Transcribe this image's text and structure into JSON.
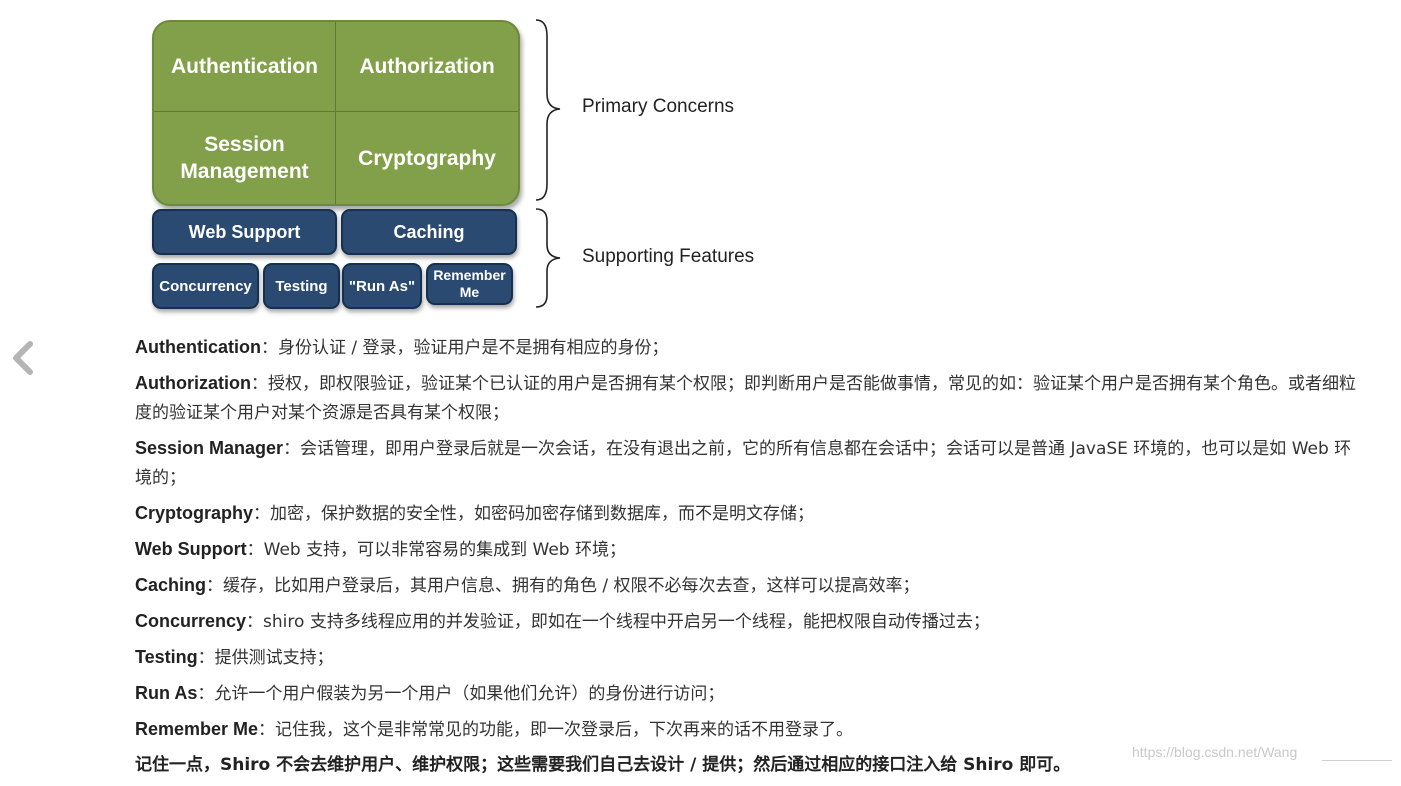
{
  "diagram": {
    "primary": {
      "authentication": "Authentication",
      "authorization": "Authorization",
      "session_management": "Session Management",
      "cryptography": "Cryptography"
    },
    "supporting": {
      "web_support": "Web Support",
      "caching": "Caching",
      "concurrency": "Concurrency",
      "testing": "Testing",
      "run_as": "\"Run As\"",
      "remember_me": "Remember Me"
    },
    "labels": {
      "primary_concerns": "Primary Concerns",
      "supporting_features": "Supporting Features"
    },
    "colors": {
      "primary_green": "#82a04a",
      "supporting_blue": "#2a4a72"
    }
  },
  "definitions": [
    {
      "term": "Authentication",
      "desc": "：身份认证 / 登录，验证用户是不是拥有相应的身份；"
    },
    {
      "term": "Authorization",
      "desc": "：授权，即权限验证，验证某个已认证的用户是否拥有某个权限；即判断用户是否能做事情，常见的如：验证某个用户是否拥有某个角色。或者细粒度的验证某个用户对某个资源是否具有某个权限；"
    },
    {
      "term": "Session Manager",
      "desc": "：会话管理，即用户登录后就是一次会话，在没有退出之前，它的所有信息都在会话中；会话可以是普通 JavaSE 环境的，也可以是如 Web 环境的；"
    },
    {
      "term": "Cryptography",
      "desc": "：加密，保护数据的安全性，如密码加密存储到数据库，而不是明文存储；"
    },
    {
      "term": "Web Support",
      "desc": "：Web 支持，可以非常容易的集成到 Web 环境；"
    },
    {
      "term": "Caching",
      "desc": "：缓存，比如用户登录后，其用户信息、拥有的角色 / 权限不必每次去查，这样可以提高效率；"
    },
    {
      "term": "Concurrency",
      "desc": "：shiro 支持多线程应用的并发验证，即如在一个线程中开启另一个线程，能把权限自动传播过去；"
    },
    {
      "term": "Testing",
      "desc": "：提供测试支持；"
    },
    {
      "term": "Run As",
      "desc": "：允许一个用户假装为另一个用户（如果他们允许）的身份进行访问；"
    },
    {
      "term": "Remember Me",
      "desc": "：记住我，这个是非常常见的功能，即一次登录后，下次再来的话不用登录了。"
    }
  ],
  "summary": "记住一点，Shiro 不会去维护用户、维护权限；这些需要我们自己去设计 / 提供；然后通过相应的接口注入给 Shiro 即可。",
  "watermark": "https://blog.csdn.net/Wang",
  "icons": {
    "back": "chevron-left-icon"
  }
}
